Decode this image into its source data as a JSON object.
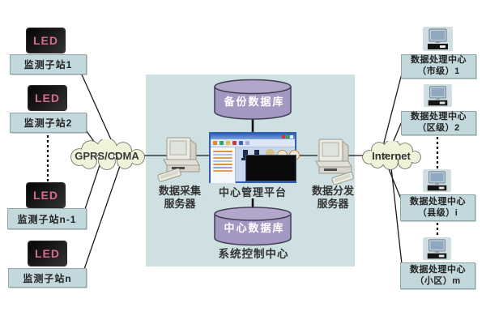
{
  "stations": [
    {
      "display": "LED",
      "label": "监测子站1"
    },
    {
      "display": "LED",
      "label": "监测子站2"
    },
    {
      "display": "LED",
      "label": "监测子站n-1"
    },
    {
      "display": "LED",
      "label": "监测子站n"
    }
  ],
  "networks": {
    "left": "GPRS/CDMA",
    "right": "Internet"
  },
  "control_center": {
    "label": "系统控制中心",
    "backup_db": "备份数据库",
    "center_db": "中心数据库",
    "platform": "中心管理平台",
    "acq_server_line1": "数据采集",
    "acq_server_line2": "服务器",
    "dist_server_line1": "数据分发",
    "dist_server_line2": "服务器"
  },
  "processing_centers": [
    {
      "line1": "数据处理中心",
      "line2": "（市级）1"
    },
    {
      "line1": "数据处理中心",
      "line2": "（区级）2"
    },
    {
      "line1": "数据处理中心",
      "line2": "（县级）i"
    },
    {
      "line1": "数据处理中心",
      "line2": "（小区）m"
    }
  ],
  "colors": {
    "panel": "#cfe0e2",
    "box_fill": "#c3d8dd",
    "box_border": "#8fa6ab",
    "cylinder_body": "#a498c3",
    "cylinder_top": "#b2a6cb",
    "cloud_fill": "#eef3d9",
    "led_text": "#d76b8a",
    "line": "#1a1a1a"
  }
}
